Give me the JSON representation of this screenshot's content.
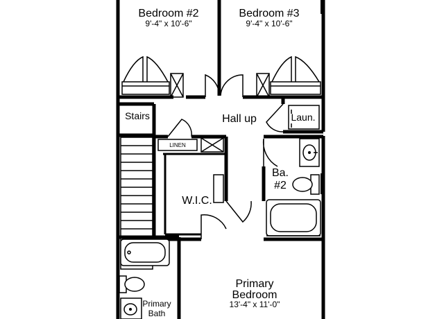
{
  "rooms": {
    "bedroom2": {
      "name": "Bedroom #2",
      "dims": "9'-4\" x 10'-6\""
    },
    "bedroom3": {
      "name": "Bedroom #3",
      "dims": "9'-4\" x 10'-6\""
    },
    "stairs": {
      "name": "Stairs"
    },
    "hall": {
      "name": "Hall up"
    },
    "laundry": {
      "name": "Laun."
    },
    "linen": {
      "name": "LINEN"
    },
    "bath2": {
      "line1": "Ba.",
      "line2": "#2"
    },
    "wic": {
      "name": "W.I.C."
    },
    "primary_bedroom": {
      "line1": "Primary",
      "line2": "Bedroom",
      "dims": "13'-4\" x 11'-0\""
    },
    "primary_bath": {
      "line1": "Primary",
      "line2": "Bath"
    }
  }
}
